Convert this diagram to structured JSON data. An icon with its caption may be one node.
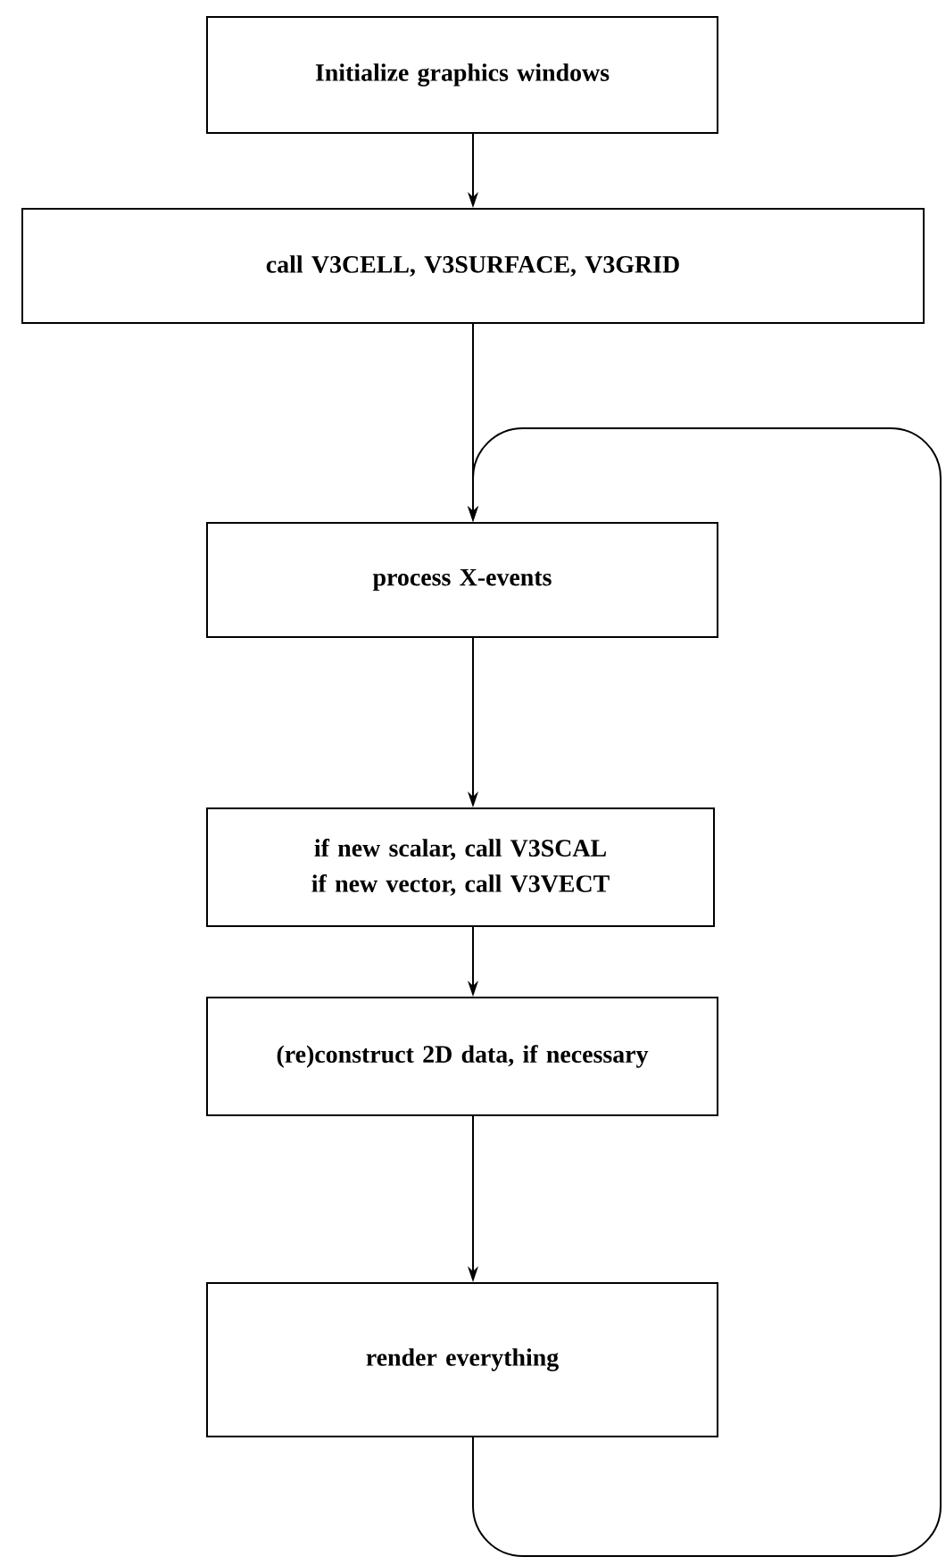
{
  "diagram": {
    "nodes": [
      {
        "text": [
          "Initialize graphics windows"
        ]
      },
      {
        "text": [
          "call V3CELL, V3SURFACE, V3GRID"
        ]
      },
      {
        "text": [
          "process X-events"
        ]
      },
      {
        "text": [
          "if new scalar, call V3SCAL if new vector, call V3VECT"
        ]
      },
      {
        "text": [
          "(re)construct 2D data, if necessary"
        ]
      },
      {
        "text": [
          "render everything"
        ]
      }
    ],
    "edges": [
      {
        "from": 0,
        "to": 1,
        "arrow": "to"
      },
      {
        "from": 1,
        "to": 2,
        "arrow": "to"
      },
      {
        "from": 2,
        "to": 3,
        "arrow": "to"
      },
      {
        "from": 3,
        "to": 4,
        "arrow": "to"
      },
      {
        "from": 4,
        "to": 5,
        "arrow": "to"
      },
      {
        "from": 5,
        "to": 2,
        "arrow": "to"
      }
    ]
  }
}
